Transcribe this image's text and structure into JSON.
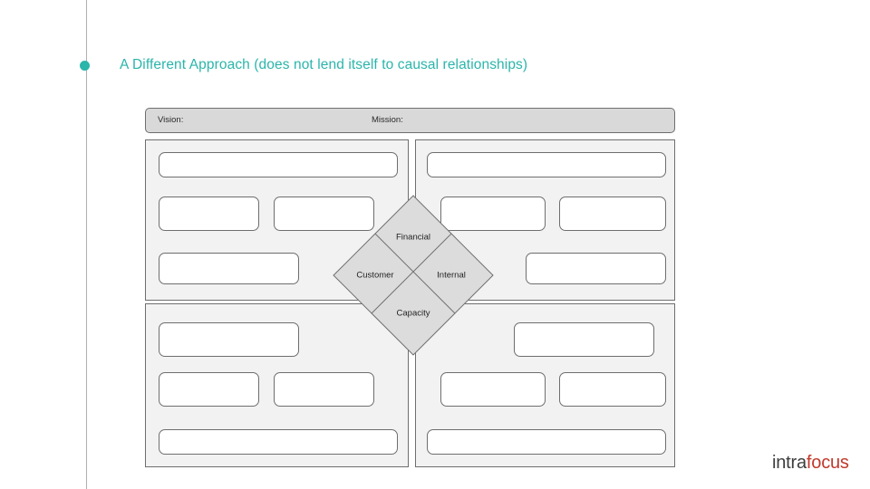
{
  "slide": {
    "title": "A Different Approach (does not lend itself to causal relationships)",
    "bullet_color": "#2bb5ab",
    "title_color": "#2bb5ab"
  },
  "diagram": {
    "header": {
      "vision_label": "Vision:",
      "mission_label": "Mission:"
    },
    "perspectives": [
      {
        "id": "financial",
        "label": "Financial",
        "position": "top"
      },
      {
        "id": "customer",
        "label": "Customer",
        "position": "left"
      },
      {
        "id": "internal",
        "label": "Internal",
        "position": "right"
      },
      {
        "id": "capacity",
        "label": "Capacity",
        "position": "bottom"
      }
    ],
    "panels": [
      {
        "id": "top-left",
        "slots": [
          "",
          "",
          "",
          ""
        ]
      },
      {
        "id": "top-right",
        "slots": [
          "",
          "",
          "",
          ""
        ]
      },
      {
        "id": "bottom-left",
        "slots": [
          "",
          "",
          "",
          ""
        ]
      },
      {
        "id": "bottom-right",
        "slots": [
          "",
          "",
          "",
          ""
        ]
      }
    ],
    "colors": {
      "panel_fill": "#f2f2f2",
      "header_fill": "#d9d9d9",
      "diamond_fill": "#dcdcdc",
      "stroke": "#6e6e6e",
      "slot_fill": "#ffffff"
    }
  },
  "logo": {
    "part_one": "intra",
    "part_two": "focus",
    "part_one_color": "#3d3d3d",
    "part_two_color": "#c0392b"
  }
}
